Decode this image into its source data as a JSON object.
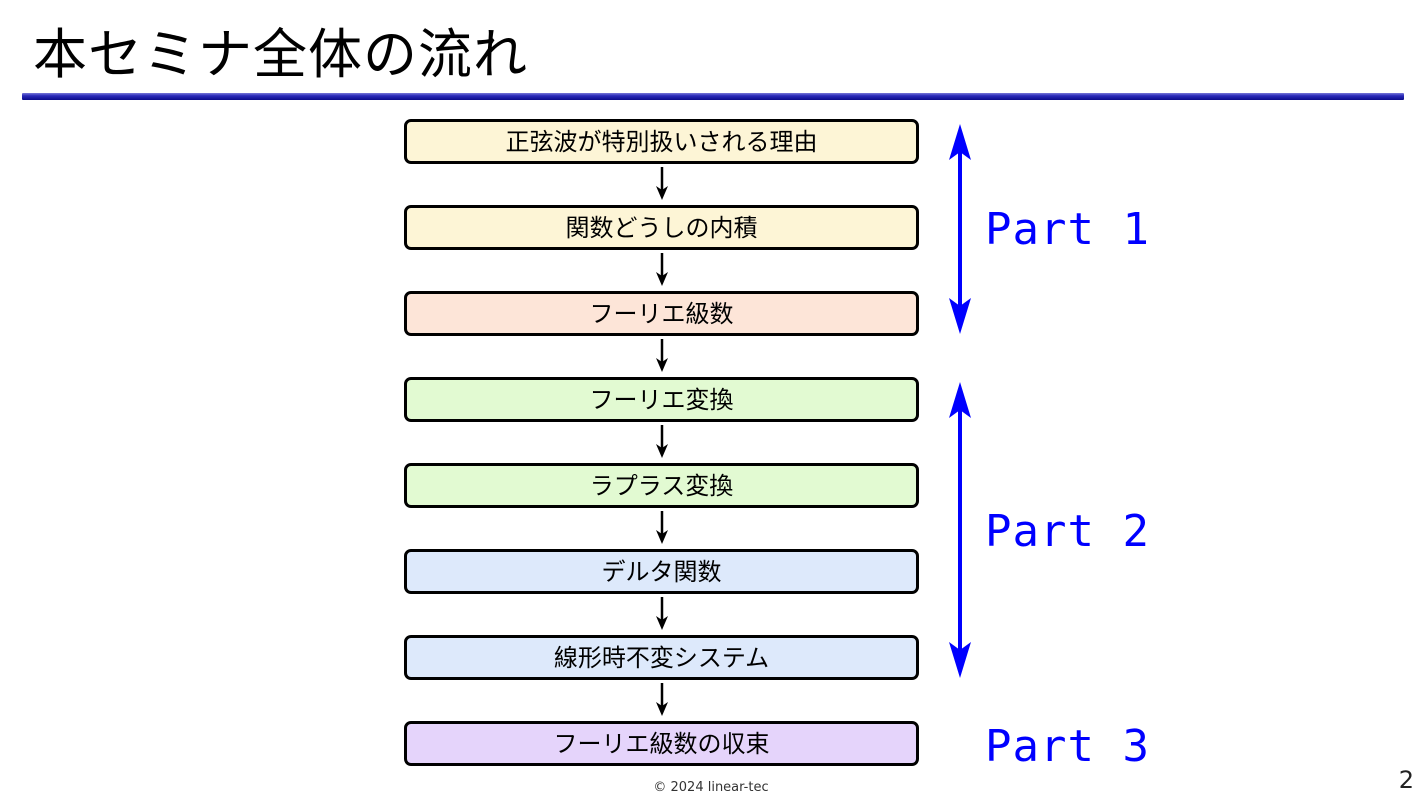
{
  "slide": {
    "title": "本セミナ全体の流れ",
    "footer": "© 2024 linear-tec",
    "page_number": "2"
  },
  "colors": {
    "title_rule": "#1a1aa8",
    "arrow_part": "#0000ff",
    "part_text": "#0000ff",
    "step_border": "#000000"
  },
  "steps": [
    {
      "label": "正弦波が特別扱いされる理由",
      "fill": "#fdf5d6"
    },
    {
      "label": "関数どうしの内積",
      "fill": "#fdf5d6"
    },
    {
      "label": "フーリエ級数",
      "fill": "#fde5d8"
    },
    {
      "label": "フーリエ変換",
      "fill": "#e2fad2"
    },
    {
      "label": "ラプラス変換",
      "fill": "#e2fad2"
    },
    {
      "label": "デルタ関数",
      "fill": "#dde9fb"
    },
    {
      "label": "線形時不変システム",
      "fill": "#dde9fb"
    },
    {
      "label": "フーリエ級数の収束",
      "fill": "#e5d4fb"
    }
  ],
  "parts": [
    {
      "label": "Part 1",
      "span": "steps 1-3"
    },
    {
      "label": "Part 2",
      "span": "steps 4-7"
    },
    {
      "label": "Part 3",
      "span": "step 8"
    }
  ]
}
